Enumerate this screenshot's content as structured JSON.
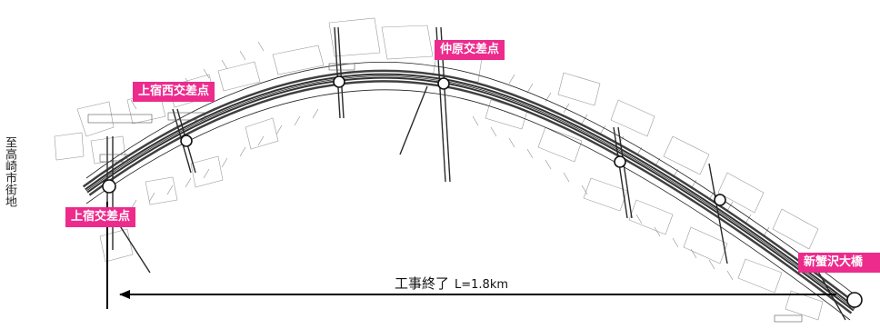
{
  "direction_label": "至高崎市街地",
  "intersections": {
    "nakahara": "仲原交差点",
    "kamijuku_nishi": "上宿西交差点",
    "kamijuku": "上宿交差点",
    "shin_kanisawa_bridge": "新蟹沢大橋"
  },
  "construction": {
    "title": "工事終了",
    "length": "L=1.8km"
  },
  "colors": {
    "tag_background": "#ec2b8c",
    "road_lines": "#222222",
    "parcel_lines": "#9a9a9a"
  }
}
